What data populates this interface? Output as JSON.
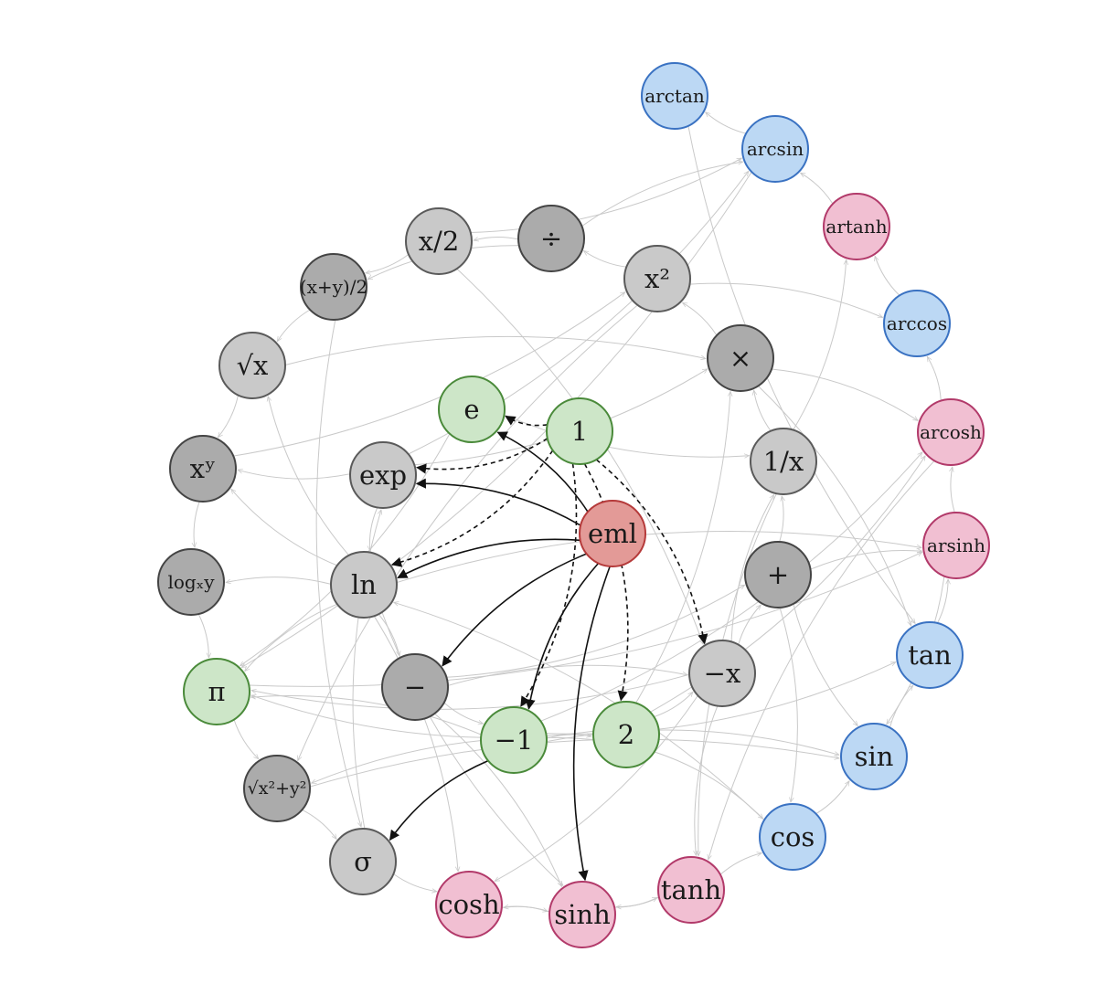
{
  "palette": {
    "gray_light": {
      "fill": "#c9c9c9",
      "stroke": "#5a5a5a"
    },
    "gray_dark": {
      "fill": "#ababab",
      "stroke": "#444444"
    },
    "green": {
      "fill": "#cde6c8",
      "stroke": "#4a8a3a"
    },
    "red": {
      "fill": "#e39a97",
      "stroke": "#b53a3a"
    },
    "pink": {
      "fill": "#f1bfd2",
      "stroke": "#b23a6a"
    },
    "blue": {
      "fill": "#bcd8f4",
      "stroke": "#3a72c2"
    },
    "edge_light": "#c9c9c9",
    "edge_dark": "#111111"
  },
  "nodes": [
    {
      "id": "arctan",
      "label": "arctan",
      "color": "blue"
    },
    {
      "id": "arcsin",
      "label": "arcsin",
      "color": "blue"
    },
    {
      "id": "artanh",
      "label": "artanh",
      "color": "pink"
    },
    {
      "id": "arccos",
      "label": "arccos",
      "color": "blue"
    },
    {
      "id": "arcosh",
      "label": "arcosh",
      "color": "pink"
    },
    {
      "id": "arsinh",
      "label": "arsinh",
      "color": "pink"
    },
    {
      "id": "tan",
      "label": "tan",
      "color": "blue"
    },
    {
      "id": "sin",
      "label": "sin",
      "color": "blue"
    },
    {
      "id": "cos",
      "label": "cos",
      "color": "blue"
    },
    {
      "id": "tanh",
      "label": "tanh",
      "color": "pink"
    },
    {
      "id": "sinh",
      "label": "sinh",
      "color": "pink"
    },
    {
      "id": "cosh",
      "label": "cosh",
      "color": "pink"
    },
    {
      "id": "sigma",
      "label": "σ",
      "color": "gray_light"
    },
    {
      "id": "hypot",
      "label": "√x²+y²",
      "color": "gray_dark"
    },
    {
      "id": "pi",
      "label": "π",
      "color": "green"
    },
    {
      "id": "logxy",
      "label": "logₓy",
      "color": "gray_dark"
    },
    {
      "id": "xpowy",
      "label": "xʸ",
      "color": "gray_dark"
    },
    {
      "id": "sqrt",
      "label": "√x",
      "color": "gray_light"
    },
    {
      "id": "avg",
      "label": "(x+y)/2",
      "color": "gray_dark"
    },
    {
      "id": "half",
      "label": "x/2",
      "color": "gray_light"
    },
    {
      "id": "div",
      "label": "÷",
      "color": "gray_dark"
    },
    {
      "id": "sq",
      "label": "x²",
      "color": "gray_light"
    },
    {
      "id": "mul",
      "label": "×",
      "color": "gray_dark"
    },
    {
      "id": "inv",
      "label": "1/x",
      "color": "gray_light"
    },
    {
      "id": "add",
      "label": "+",
      "color": "gray_dark"
    },
    {
      "id": "neg",
      "label": "−x",
      "color": "gray_light"
    },
    {
      "id": "e",
      "label": "e",
      "color": "green"
    },
    {
      "id": "one",
      "label": "1",
      "color": "green"
    },
    {
      "id": "exp",
      "label": "exp",
      "color": "gray_light"
    },
    {
      "id": "eml",
      "label": "eml",
      "color": "red"
    },
    {
      "id": "ln",
      "label": "ln",
      "color": "gray_light"
    },
    {
      "id": "sub",
      "label": "−",
      "color": "gray_dark"
    },
    {
      "id": "m1",
      "label": "−1",
      "color": "green"
    },
    {
      "id": "two",
      "label": "2",
      "color": "green"
    }
  ],
  "edges_dark": [
    [
      "eml",
      "e"
    ],
    [
      "eml",
      "exp"
    ],
    [
      "eml",
      "ln"
    ],
    [
      "eml",
      "sub"
    ],
    [
      "eml",
      "m1"
    ],
    [
      "eml",
      "sinh"
    ],
    [
      "m1",
      "sigma"
    ]
  ],
  "edges_dashed": [
    [
      "one",
      "e"
    ],
    [
      "one",
      "exp"
    ],
    [
      "one",
      "ln"
    ],
    [
      "one",
      "neg"
    ],
    [
      "one",
      "two"
    ],
    [
      "one",
      "m1"
    ]
  ],
  "edges_light": [
    [
      "arcsin",
      "arctan"
    ],
    [
      "artanh",
      "arcsin"
    ],
    [
      "arccos",
      "artanh"
    ],
    [
      "arcosh",
      "arccos"
    ],
    [
      "arsinh",
      "arcosh"
    ],
    [
      "tan",
      "arsinh"
    ],
    [
      "sin",
      "tan"
    ],
    [
      "cos",
      "sin"
    ],
    [
      "tanh",
      "cos"
    ],
    [
      "sinh",
      "tanh"
    ],
    [
      "cosh",
      "sinh"
    ],
    [
      "sinh",
      "cosh"
    ],
    [
      "tanh",
      "sinh"
    ],
    [
      "sigma",
      "cosh"
    ],
    [
      "half",
      "avg"
    ],
    [
      "div",
      "half"
    ],
    [
      "sq",
      "div"
    ],
    [
      "mul",
      "sq"
    ],
    [
      "inv",
      "mul"
    ],
    [
      "add",
      "inv"
    ],
    [
      "neg",
      "add"
    ],
    [
      "avg",
      "sqrt"
    ],
    [
      "sqrt",
      "xpowy"
    ],
    [
      "xpowy",
      "logxy"
    ],
    [
      "logxy",
      "pi"
    ],
    [
      "pi",
      "hypot"
    ],
    [
      "hypot",
      "sigma"
    ],
    [
      "exp",
      "ln"
    ],
    [
      "ln",
      "sub"
    ],
    [
      "sub",
      "m1"
    ],
    [
      "m1",
      "two"
    ],
    [
      "two",
      "neg"
    ],
    [
      "neg",
      "inv"
    ],
    [
      "inv",
      "artanh"
    ],
    [
      "mul",
      "arcosh"
    ],
    [
      "exp",
      "arcsin"
    ],
    [
      "div",
      "arcsin"
    ],
    [
      "half",
      "arcsin"
    ],
    [
      "ln",
      "xpowy"
    ],
    [
      "ln",
      "logxy"
    ],
    [
      "ln",
      "sqrt"
    ],
    [
      "ln",
      "pi"
    ],
    [
      "ln",
      "arsinh"
    ],
    [
      "ln",
      "sinh"
    ],
    [
      "ln",
      "cosh"
    ],
    [
      "exp",
      "mul"
    ],
    [
      "exp",
      "xpowy"
    ],
    [
      "sub",
      "add"
    ],
    [
      "sub",
      "neg"
    ],
    [
      "m1",
      "pi"
    ],
    [
      "m1",
      "sin"
    ],
    [
      "m1",
      "tan"
    ],
    [
      "two",
      "pi"
    ],
    [
      "two",
      "hypot"
    ],
    [
      "two",
      "cos"
    ],
    [
      "two",
      "arcosh"
    ],
    [
      "neg",
      "cosh"
    ],
    [
      "neg",
      "tanh"
    ],
    [
      "neg",
      "pi"
    ],
    [
      "add",
      "sin"
    ],
    [
      "add",
      "cos"
    ],
    [
      "inv",
      "tanh"
    ],
    [
      "mul",
      "tan"
    ],
    [
      "sq",
      "hypot"
    ],
    [
      "sq",
      "arccos"
    ],
    [
      "avg",
      "sigma"
    ],
    [
      "sqrt",
      "mul"
    ],
    [
      "xpowy",
      "sq"
    ],
    [
      "arcsin",
      "pi"
    ],
    [
      "arctan",
      "tan"
    ],
    [
      "e",
      "pi"
    ],
    [
      "e",
      "inv"
    ],
    [
      "half",
      "neg"
    ],
    [
      "div",
      "avg"
    ],
    [
      "sub",
      "sinh"
    ],
    [
      "pi",
      "arsinh"
    ],
    [
      "hypot",
      "sin"
    ],
    [
      "arcosh",
      "tanh"
    ],
    [
      "arsinh",
      "sin"
    ],
    [
      "cos",
      "ln"
    ],
    [
      "sigma",
      "exp"
    ],
    [
      "two",
      "mul"
    ],
    [
      "add",
      "arsinh"
    ],
    [
      "m1",
      "arcosh"
    ]
  ]
}
